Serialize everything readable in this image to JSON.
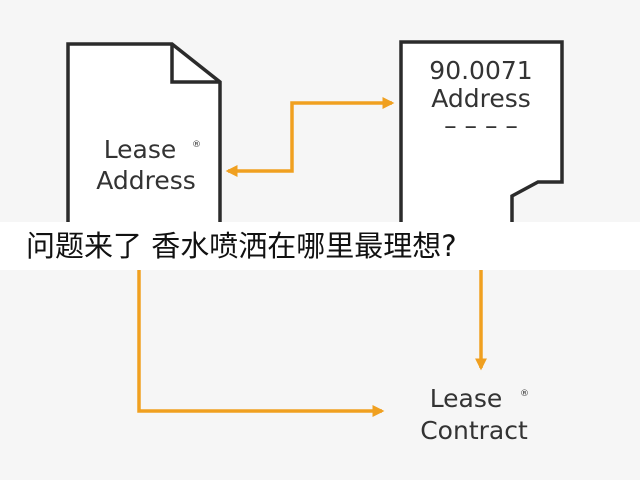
{
  "diagram": {
    "left_doc": {
      "line1": "Lease",
      "line2": "Address",
      "mark": "®"
    },
    "right_doc": {
      "line1": "90.0071",
      "line2": "Address",
      "dashes": "– – – –"
    },
    "contract": {
      "line1": "Lease",
      "line2": "Contract",
      "mark": "®"
    },
    "colors": {
      "arrow": "#f0a020",
      "outline": "#2b2b2b",
      "text": "#333333"
    }
  },
  "caption": {
    "text": "问题来了 香水喷洒在哪里最理想?"
  }
}
